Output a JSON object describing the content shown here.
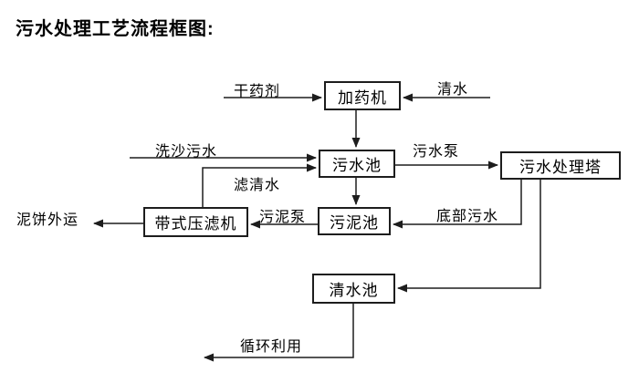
{
  "title": "污水处理工艺流程框图:",
  "colors": {
    "line": "#1d1d1d",
    "text": "#000000",
    "background": "#ffffff"
  },
  "diagram": {
    "nodes": {
      "dosing_machine": "加药机",
      "sewage_pool": "污水池",
      "treatment_tower": "污水处理塔",
      "belt_filter_press": "带式压滤机",
      "sludge_pool": "污泥池",
      "clear_water_pool": "清水池"
    },
    "edge_labels": {
      "dry_agent": "干药剂",
      "clear_water": "清水",
      "sand_washing_sewage": "洗沙污水",
      "filtered_water": "滤清水",
      "sewage_pump": "污水泵",
      "sludge_pump": "污泥泵",
      "mud_cake_out": "泥饼外运",
      "bottom_sewage": "底部污水",
      "recycling": "循环利用"
    },
    "flows": [
      "干药剂 → 加药机",
      "清水 → 加药机",
      "加药机 → 污水池",
      "洗沙污水 → 污水池",
      "带式压滤机 → 滤清水 → 污水池",
      "污水池 → 污水泵 → 污水处理塔",
      "污水池 → 污泥池",
      "污水处理塔 → 底部污水 → 污泥池",
      "污泥池 → 污泥泵 → 带式压滤机",
      "带式压滤机 → 泥饼外运",
      "污水处理塔 → 清水池",
      "清水池 → 循环利用"
    ]
  }
}
